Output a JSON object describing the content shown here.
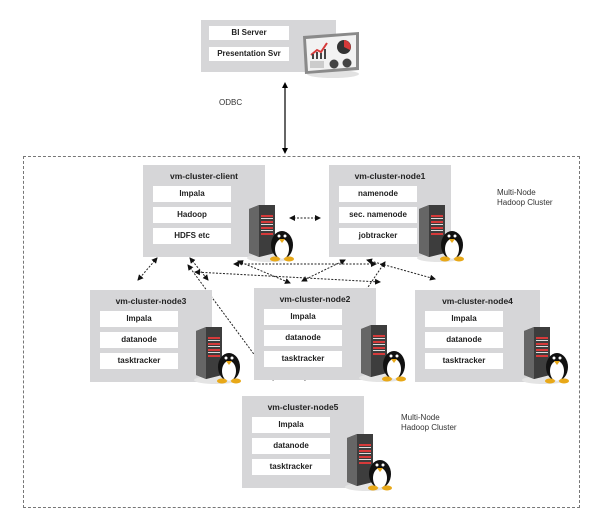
{
  "bi": {
    "services": [
      "BI Server",
      "Presentation Svr"
    ],
    "icon": "dashboard-icon"
  },
  "odbc_label": "ODBC",
  "cluster_labels": [
    "Multi-Node\nHadoop Cluster",
    "Multi-Node\nHadoop Cluster"
  ],
  "nodes": [
    {
      "name": "vm-cluster-client",
      "services": [
        "Impala",
        "Hadoop",
        "HDFS etc"
      ]
    },
    {
      "name": "vm-cluster-node1",
      "services": [
        "namenode",
        "sec. namenode",
        "jobtracker"
      ]
    },
    {
      "name": "vm-cluster-node3",
      "services": [
        "Impala",
        "datanode",
        "tasktracker"
      ]
    },
    {
      "name": "vm-cluster-node2",
      "services": [
        "Impala",
        "datanode",
        "tasktracker"
      ]
    },
    {
      "name": "vm-cluster-node4",
      "services": [
        "Impala",
        "datanode",
        "tasktracker"
      ]
    },
    {
      "name": "vm-cluster-node5",
      "services": [
        "Impala",
        "datanode",
        "tasktracker"
      ]
    }
  ],
  "colors": {
    "panel": "#d6d6d8",
    "server_accent": "#d63a3a",
    "penguin_beak": "#e8a818"
  }
}
